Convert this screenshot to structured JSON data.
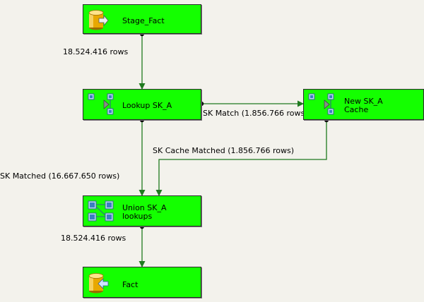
{
  "nodes": {
    "stage_fact": {
      "label": "Stage_Fact",
      "icon": "database-source-icon"
    },
    "lookup_sk_a": {
      "label": "Lookup SK_A",
      "icon": "lookup-icon"
    },
    "new_sk_a_cache": {
      "label": "New SK_A\nCache",
      "icon": "lookup-icon"
    },
    "union_sk_a_lookups": {
      "label": "Union SK_A\nlookups",
      "icon": "union-all-icon"
    },
    "fact": {
      "label": "Fact",
      "icon": "database-destination-icon"
    }
  },
  "edges": {
    "stage_to_lookup": "18.524.416 rows",
    "lookup_to_cache": "SK Match (1.856.766 rows)",
    "cache_to_union": "SK Cache Matched (1.856.766 rows)",
    "lookup_to_union": "SK Matched (16.667.650 rows)",
    "union_to_fact": "18.524.416 rows"
  },
  "colors": {
    "node_fill": "#14ff00",
    "arrow": "#1f7a1f",
    "background": "#f3f2ec"
  }
}
